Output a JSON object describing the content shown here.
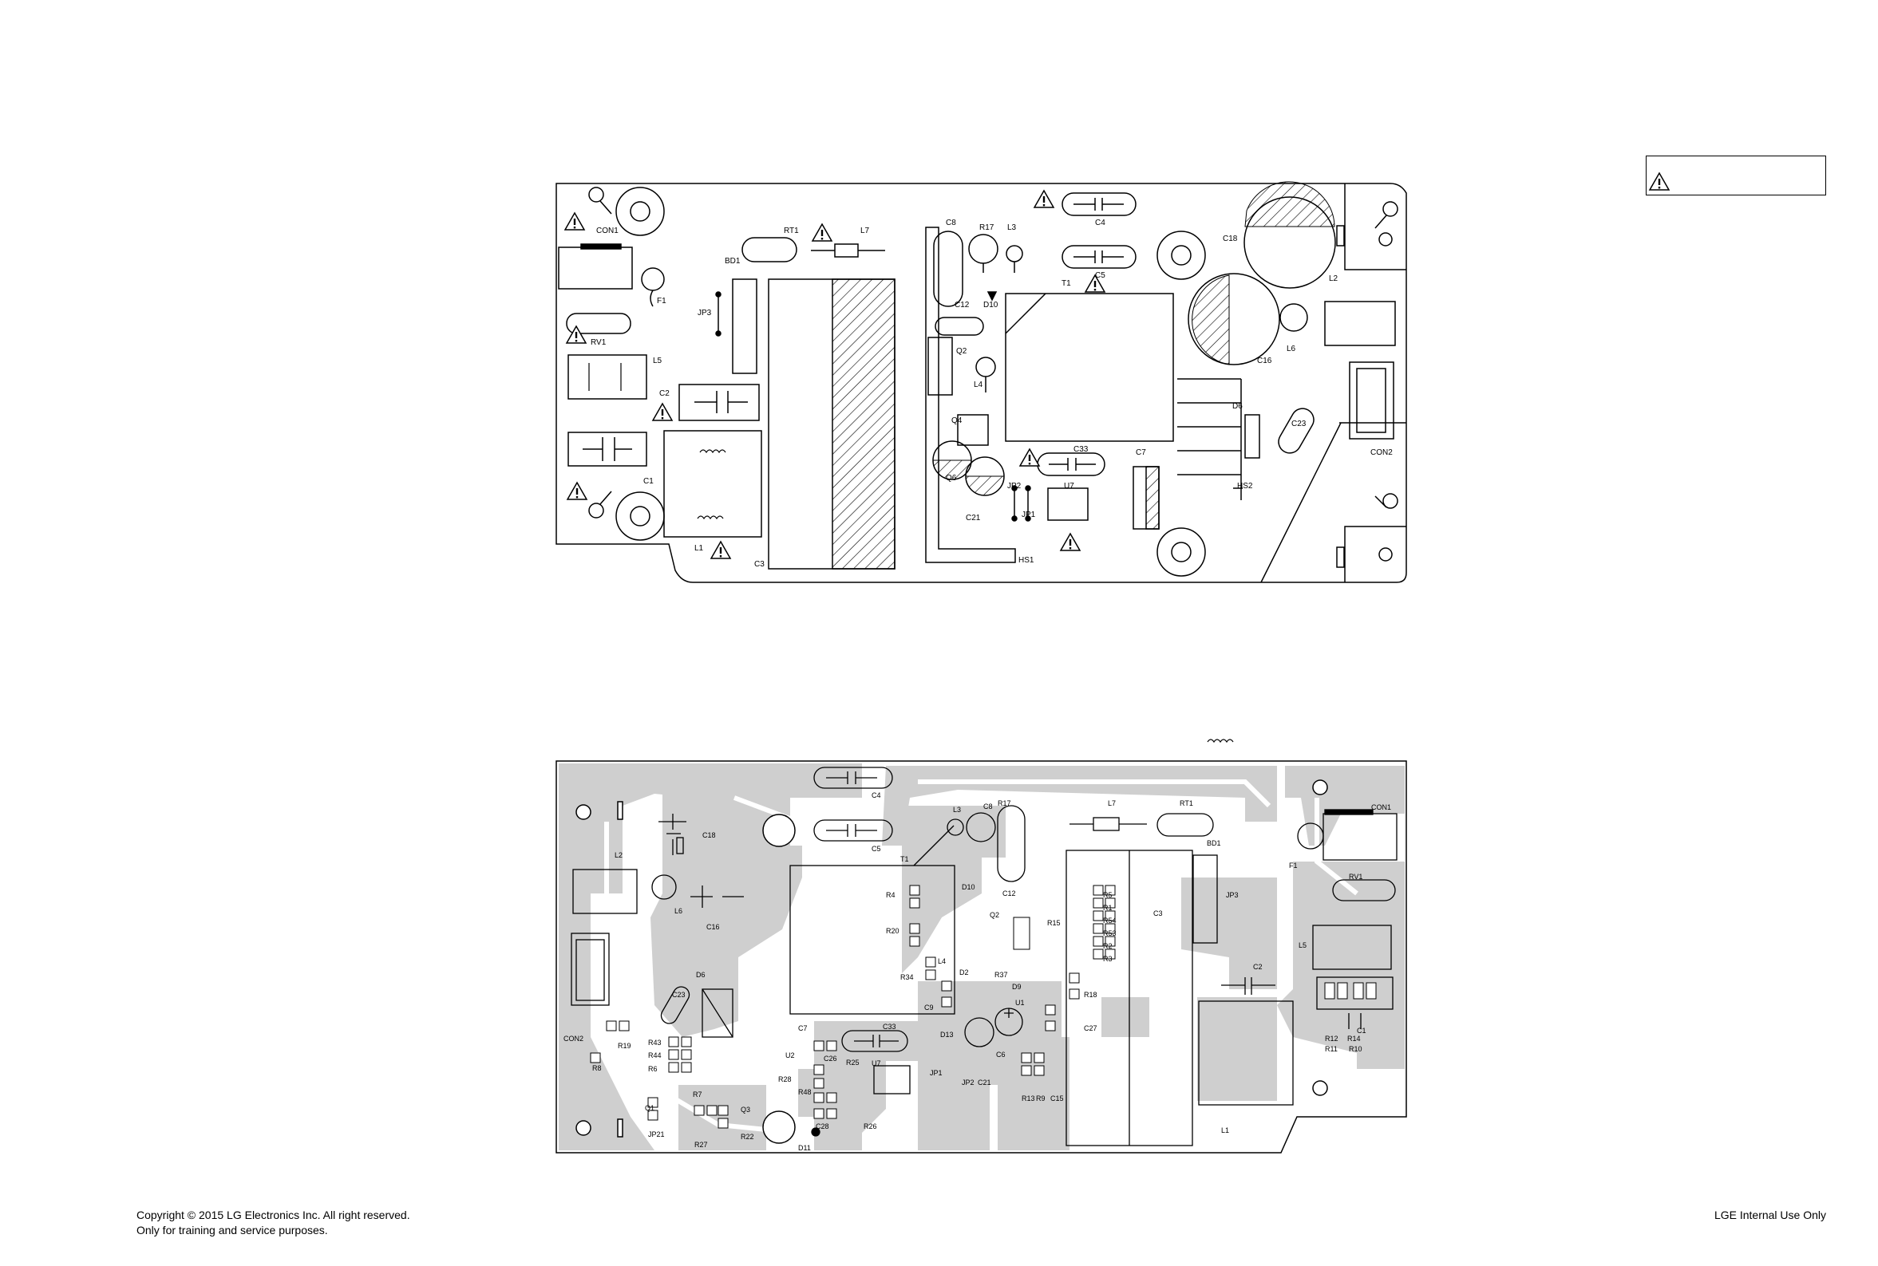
{
  "footer": {
    "copyright_line1": "Copyright © 2015 LG Electronics Inc. All right reserved.",
    "copyright_line2": "Only for training and service purposes.",
    "internal": "LGE Internal Use Only"
  },
  "top_board": {
    "labels": {
      "con1": "CON1",
      "rt1": "RT1",
      "l7": "L7",
      "c8": "C8",
      "r17": "R17",
      "l3": "L3",
      "c4": "C4",
      "c5": "C5",
      "c18": "C18",
      "bd1": "BD1",
      "f1": "F1",
      "jp3": "JP3",
      "rv1": "RV1",
      "l5": "L5",
      "c2": "C2",
      "c1": "C1",
      "l1": "L1",
      "c3": "C3",
      "t1": "T1",
      "d10": "D10",
      "c12": "C12",
      "q2": "Q2",
      "l4": "L4",
      "l6": "L6",
      "c16": "C16",
      "l2": "L2",
      "d6": "D6",
      "c23": "C23",
      "con2": "CON2",
      "q4": "Q4",
      "q6": "Q6",
      "c33": "C33",
      "c7": "C7",
      "hs2": "HS2",
      "jp2": "JP2",
      "jp1": "JP1",
      "u7": "U7",
      "c21": "C21",
      "hs1": "HS1"
    }
  },
  "bottom_board": {
    "labels": {
      "c4": "C4",
      "c5": "C5",
      "l3": "L3",
      "c8": "C8",
      "r17": "R17",
      "l7": "L7",
      "rt1": "RT1",
      "bd1": "BD1",
      "con1": "CON1",
      "c18": "C18",
      "l2": "L2",
      "l6": "L6",
      "c16": "C16",
      "t1": "T1",
      "r4": "R4",
      "d10": "D10",
      "c12": "C12",
      "r5": "R5",
      "r1": "R1",
      "r54": "R54",
      "r53": "R53",
      "r2": "R2",
      "r3": "R3",
      "c3": "C3",
      "jp3": "JP3",
      "f1": "F1",
      "rv1": "RV1",
      "l5": "L5",
      "c2": "C2",
      "r20": "R20",
      "q2": "Q2",
      "r15": "R15",
      "con2": "CON2",
      "d6": "D6",
      "c23": "C23",
      "r34": "R34",
      "d2": "D2",
      "r37": "R37",
      "d9": "D9",
      "l4": "L4",
      "r18": "R18",
      "c9": "C9",
      "u1": "U1",
      "c27": "C27",
      "r19": "R19",
      "r43": "R43",
      "r44": "R44",
      "r6": "R6",
      "r8": "R8",
      "c7": "C7",
      "u2": "U2",
      "c26": "C26",
      "c33": "C33",
      "d13": "D13",
      "c6": "C6",
      "r12": "R12",
      "r14": "R14",
      "c1": "C1",
      "r11": "R11",
      "r10": "R10",
      "r28": "R28",
      "r48": "R48",
      "r25": "R25",
      "u7": "U7",
      "jp1": "JP1",
      "jp2": "JP2",
      "c21": "C21",
      "r13": "R13",
      "r9": "R9",
      "c15": "C15",
      "r7": "R7",
      "q1": "Q1",
      "q3": "Q3",
      "jp21": "JP21",
      "r27": "R27",
      "r22": "R22",
      "c28": "C28",
      "r26": "R26",
      "d11": "D11",
      "l1": "L1"
    }
  }
}
